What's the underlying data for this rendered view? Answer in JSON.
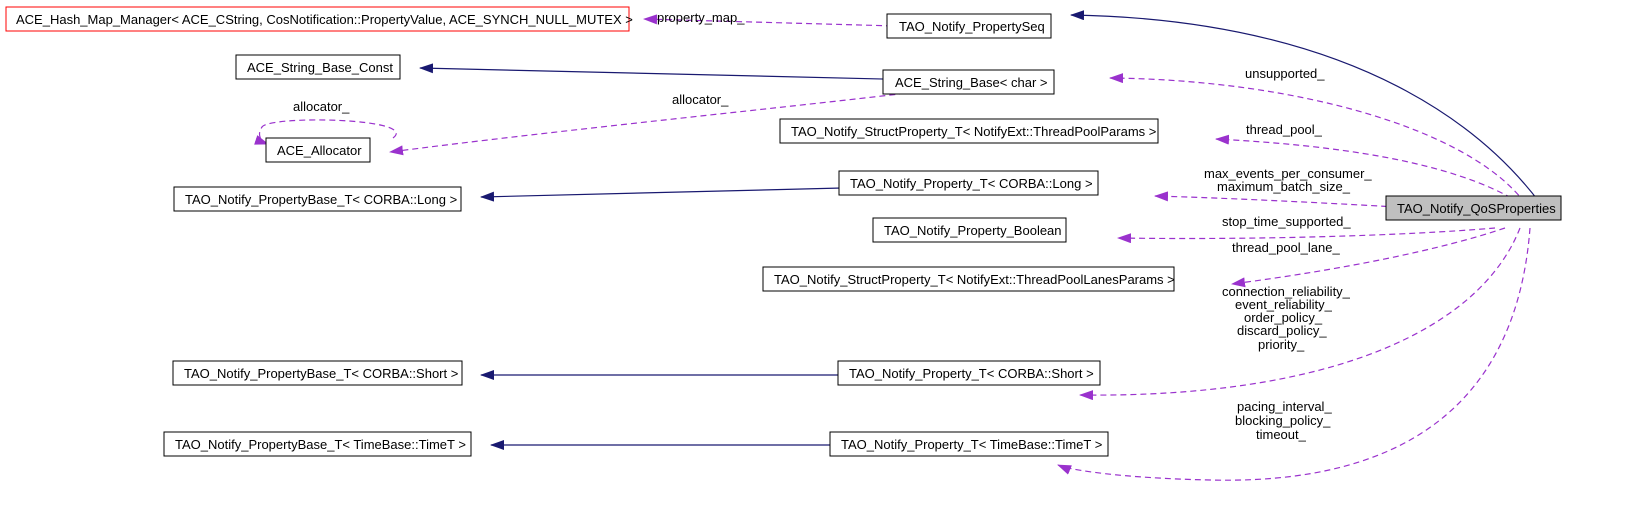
{
  "nodes": {
    "hash_map": "ACE_Hash_Map_Manager< ACE_CString, CosNotification::PropertyValue, ACE_SYNCH_NULL_MUTEX >",
    "property_seq": "TAO_Notify_PropertySeq",
    "string_base_const": "ACE_String_Base_Const",
    "string_base": "ACE_String_Base< char >",
    "allocator": "ACE_Allocator",
    "struct_threadpool": "TAO_Notify_StructProperty_T< NotifyExt::ThreadPoolParams >",
    "propbase_long": "TAO_Notify_PropertyBase_T< CORBA::Long >",
    "prop_long": "TAO_Notify_Property_T< CORBA::Long >",
    "qos": "TAO_Notify_QoSProperties",
    "prop_boolean": "TAO_Notify_Property_Boolean",
    "struct_lanes": "TAO_Notify_StructProperty_T< NotifyExt::ThreadPoolLanesParams >",
    "propbase_short": "TAO_Notify_PropertyBase_T< CORBA::Short >",
    "prop_short": "TAO_Notify_Property_T< CORBA::Short >",
    "propbase_timet": "TAO_Notify_PropertyBase_T< TimeBase::TimeT >",
    "prop_timet": "TAO_Notify_Property_T< TimeBase::TimeT >"
  },
  "edge_labels": {
    "property_map": "property_map_",
    "allocator_self": "allocator_",
    "allocator": "allocator_",
    "unsupported": "unsupported_",
    "thread_pool": "thread_pool_",
    "long_1": "max_events_per_consumer_",
    "long_2": "maximum_batch_size_",
    "stop_time": "stop_time_supported_",
    "thread_pool_lane": "thread_pool_lane_",
    "short_1": "connection_reliability_",
    "short_2": "event_reliability_",
    "short_3": "order_policy_",
    "short_4": "discard_policy_",
    "short_5": "priority_",
    "timet_1": "pacing_interval_",
    "timet_2": "blocking_policy_",
    "timet_3": "timeout_"
  },
  "colors": {
    "inheritance": "#191970",
    "usage": "#9a32cd",
    "box_border": "#000000",
    "incomplete_border": "#ff0000",
    "root_fill": "#bfbfbf"
  }
}
